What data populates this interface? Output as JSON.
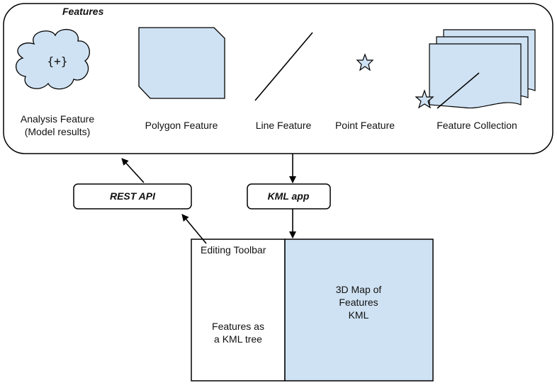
{
  "colors": {
    "stroke": "#000000",
    "fill_light_blue": "#cfe2f3",
    "background": "#ffffff"
  },
  "features_panel": {
    "title": "Features",
    "items": {
      "analysis": {
        "line1": "Analysis Feature",
        "line2": "(Model results)",
        "icon": "cloud-icon",
        "glyph": "{+}"
      },
      "polygon": {
        "label": "Polygon Feature",
        "icon": "polygon-icon"
      },
      "line": {
        "label": "Line Feature",
        "icon": "line-icon"
      },
      "point": {
        "label": "Point Feature",
        "icon": "star-icon"
      },
      "collection": {
        "label": "Feature Collection",
        "icon": "stacked-pages-icon"
      }
    }
  },
  "rest_api": {
    "label": "REST API"
  },
  "kml_app": {
    "label": "KML app"
  },
  "app_window": {
    "toolbar_label": "Editing Toolbar",
    "tree_label": {
      "line1": "Features as",
      "line2": "a KML tree"
    },
    "map_label": {
      "line1": "3D Map of",
      "line2": "Features",
      "line3": "KML"
    }
  }
}
